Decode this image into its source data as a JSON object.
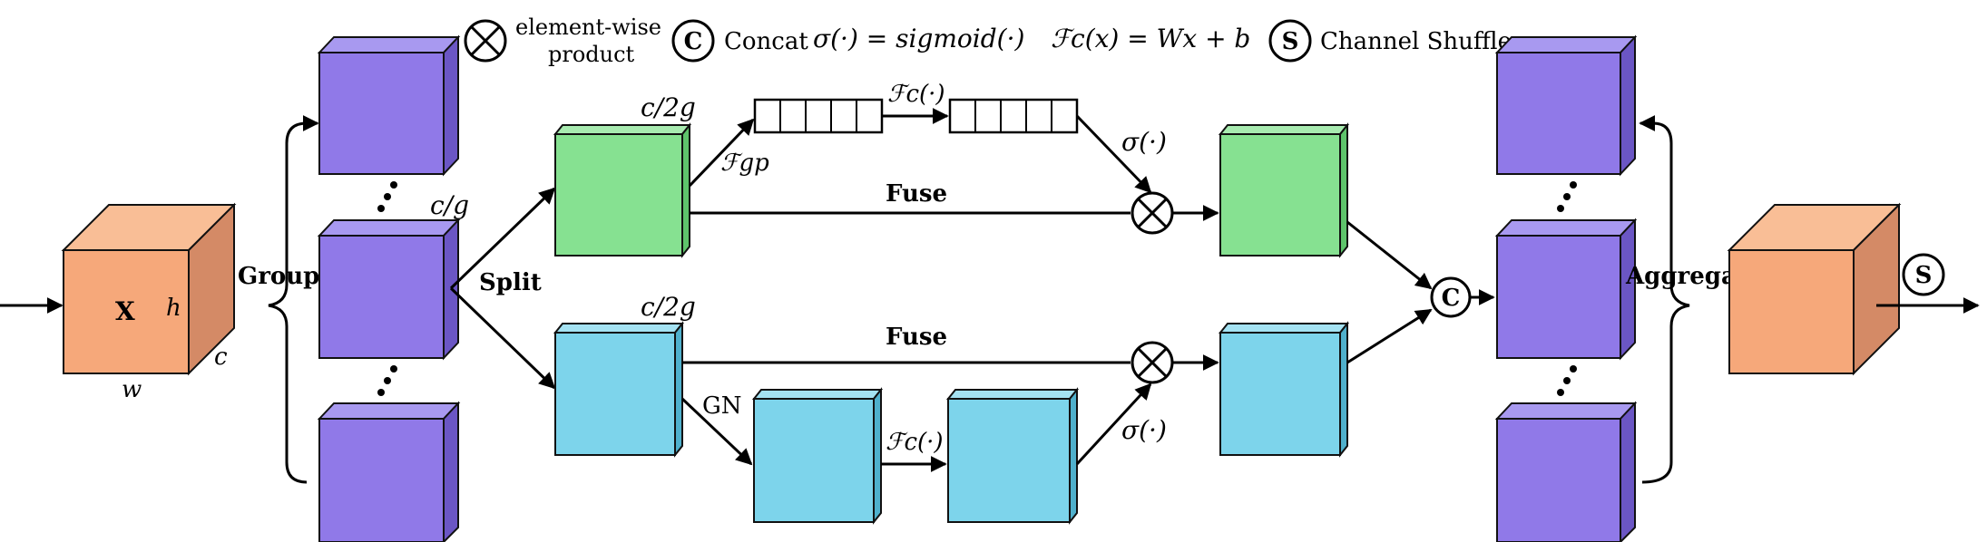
{
  "legend": {
    "elementwise_line1": "element-wise",
    "elementwise_line2": "product",
    "concat_symbol": "C",
    "concat_label": "Concat",
    "sigma_def": "σ(·) = sigmoid(·)",
    "fc_def": "ℱc(x) = Wx + b",
    "shuffle_symbol": "S",
    "shuffle_label": "Channel Shuffle"
  },
  "input": {
    "label": "X",
    "h": "h",
    "w": "w",
    "c": "c"
  },
  "labels": {
    "group": "Group",
    "split": "Split",
    "c_over_g": "c/g",
    "c_over_2g_top": "c/2g",
    "c_over_2g_bottom": "c/2g",
    "fuse_top": "Fuse",
    "fuse_bottom": "Fuse",
    "f_gp": "ℱgp",
    "fc_top": "ℱc(·)",
    "fc_bottom": "ℱc(·)",
    "sigma_top": "σ(·)",
    "sigma_bottom": "σ(·)",
    "gn": "GN",
    "aggregate": "Aggregate",
    "concat_node": "C",
    "shuffle_node": "S"
  },
  "colors": {
    "orange_front": "#F6A87A",
    "orange_top": "#F9BE96",
    "orange_side": "#D48A66",
    "purple_front": "#9079E8",
    "purple_top": "#A899F0",
    "purple_side": "#6B56C4",
    "green_front": "#86E191",
    "green_top": "#A8EBB0",
    "green_side": "#5EC46B",
    "blue_front": "#7DD4EB",
    "blue_top": "#A4E2F2",
    "blue_side": "#4FB0CC"
  }
}
